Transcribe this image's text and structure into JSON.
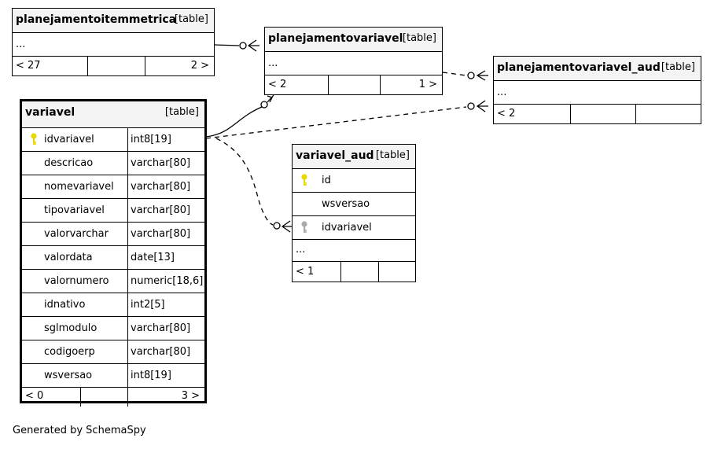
{
  "tables": {
    "planejamentoitemmetrica": {
      "name": "planejamentoitemmetrica",
      "kind": "[table]",
      "ellipsis": "...",
      "nav_left": "< 27",
      "nav_right": "2 >"
    },
    "planejamentovariavel": {
      "name": "planejamentovariavel",
      "kind": "[table]",
      "ellipsis": "...",
      "nav_left": "< 2",
      "nav_right": "1 >"
    },
    "planejamentovariavel_aud": {
      "name": "planejamentovariavel_aud",
      "kind": "[table]",
      "ellipsis": "...",
      "nav_left": "< 2"
    },
    "variavel": {
      "name": "variavel",
      "kind": "[table]",
      "columns": [
        {
          "name": "idvariavel",
          "type": "int8[19]"
        },
        {
          "name": "descricao",
          "type": "varchar[80]"
        },
        {
          "name": "nomevariavel",
          "type": "varchar[80]"
        },
        {
          "name": "tipovariavel",
          "type": "varchar[80]"
        },
        {
          "name": "valorvarchar",
          "type": "varchar[80]"
        },
        {
          "name": "valordata",
          "type": "date[13]"
        },
        {
          "name": "valornumero",
          "type": "numeric[18,6]"
        },
        {
          "name": "idnativo",
          "type": "int2[5]"
        },
        {
          "name": "sglmodulo",
          "type": "varchar[80]"
        },
        {
          "name": "codigoerp",
          "type": "varchar[80]"
        },
        {
          "name": "wsversao",
          "type": "int8[19]"
        }
      ],
      "nav_left": "< 0",
      "nav_right": "3 >"
    },
    "variavel_aud": {
      "name": "variavel_aud",
      "kind": "[table]",
      "columns": [
        {
          "name": "id"
        },
        {
          "name": "wsversao"
        },
        {
          "name": "idvariavel"
        }
      ],
      "ellipsis": "...",
      "nav_left": "< 1"
    }
  },
  "colors": {
    "primary_key": "#e6d800",
    "foreign_key": "#aaaaaa",
    "header_bg": "#f4f4f4"
  },
  "footer": "Generated by SchemaSpy"
}
